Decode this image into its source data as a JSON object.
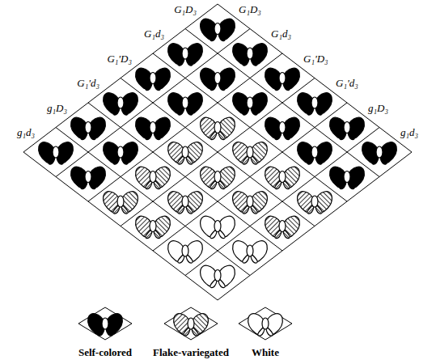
{
  "diagram": {
    "labels": [
      "G₁D₃",
      "G₁d₃",
      "G₁'D₃",
      "G₁'d₃",
      "g₁D₃",
      "g₁d₃",
      "G₁D₃",
      "G₁d₃",
      "G₁'D₃",
      "G₁'d₃",
      "g₁D₃",
      "g₁d₃"
    ],
    "legend": [
      {
        "text": "Self-colored"
      },
      {
        "text": "Flake-variegated"
      },
      {
        "text": "White"
      }
    ]
  }
}
